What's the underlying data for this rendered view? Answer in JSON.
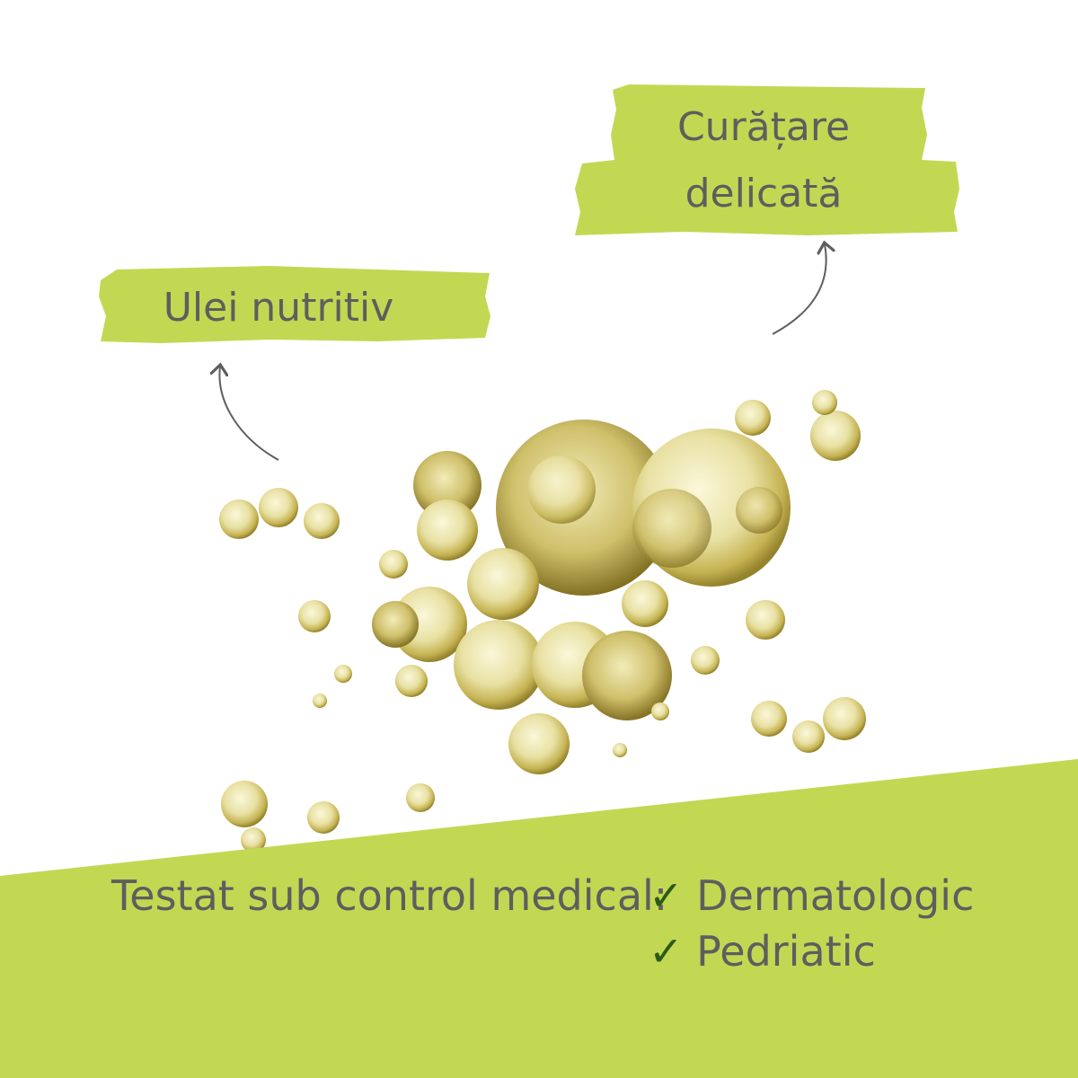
{
  "tags": {
    "ulei": "Ulei nutritiv",
    "curatare_line1": "Curățare",
    "curatare_line2": "delicată"
  },
  "footer": {
    "lead": "Testat sub control medical:",
    "items": [
      "Dermatologic",
      "Pedriatic"
    ],
    "check_icon": "check-icon"
  },
  "colors": {
    "accent_green": "#c2d853",
    "text_gray": "#5e5e5e",
    "check_green": "#2c5a16",
    "oil_gold": "#c9b544"
  }
}
